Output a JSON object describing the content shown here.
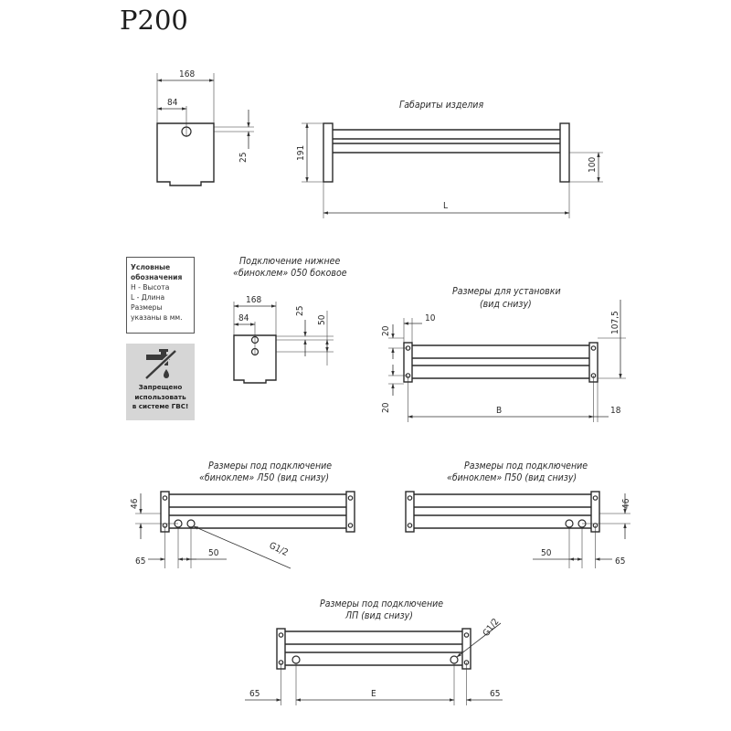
{
  "title": "P200",
  "sections": {
    "gabarity": "Габариты изделия",
    "bottom_side_line1": "Подключение нижнее",
    "bottom_side_line2": "«биноклем» 050 боковое",
    "install_line1": "Размеры для установки",
    "install_line2": "(вид снизу)",
    "left_line1": "Размеры под подключение",
    "left_line2": "«биноклем» Л50 (вид снизу)",
    "right_line1": "Размеры под подключение",
    "right_line2": "«биноклем» П50 (вид снизу)",
    "lp_line1": "Размеры под подключение",
    "lp_line2": "ЛП (вид снизу)"
  },
  "dimensions": {
    "side_width": "168",
    "side_half": "84",
    "side_offset": "25",
    "front_height": "191",
    "front_depth": "100",
    "length": "L",
    "conn_width": "168",
    "conn_half": "84",
    "conn_offset": "25",
    "conn_spacing": "50",
    "inst_top": "20",
    "inst_tab": "10",
    "inst_bottom": "20",
    "inst_height": "107,5",
    "inst_b": "B",
    "inst_end": "18",
    "left_46": "46",
    "left_65": "65",
    "left_50": "50",
    "left_thread": "G1/2",
    "right_46": "46",
    "right_50": "50",
    "right_65": "65",
    "lp_thread": "G1/2",
    "lp_65_left": "65",
    "lp_e": "E",
    "lp_65_right": "65"
  },
  "legend": {
    "title_line1": "Условные",
    "title_line2": "обозначения",
    "line_h": "Н - Высота",
    "line_l": "L - Длина",
    "line_sizes1": "Размеры",
    "line_sizes2": "указаны в мм."
  },
  "warning": {
    "icon": "no-tap-icon",
    "line1": "Запрещено",
    "line2": "использовать",
    "line3": "в системе ГВС!"
  }
}
